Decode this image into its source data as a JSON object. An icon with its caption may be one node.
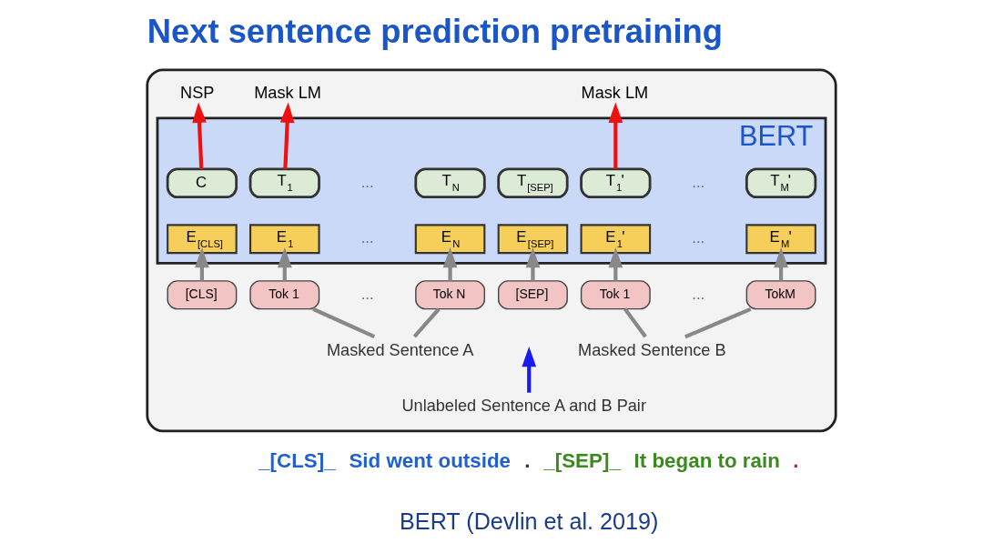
{
  "diagram": {
    "title": "Next sentence prediction pretraining",
    "nodes": [
      {
        "text": [],
        "shape": "box"
      },
      {
        "text": [
          "NSP"
        ],
        "in": 0
      },
      {
        "text": [
          "Mask LM"
        ],
        "in": 0
      },
      {
        "text": [
          "Mask LM"
        ],
        "in": 0
      },
      {
        "text": [
          "BERT"
        ],
        "in": 0
      },
      {
        "text": [
          "C"
        ],
        "in": 4
      },
      {
        "text": [
          "T$_{1}$"
        ],
        "in": 4
      },
      {
        "text": [
          "T$_{N}$"
        ],
        "in": 4
      },
      {
        "text": [
          "T$_{[SEP]}$"
        ],
        "in": 4
      },
      {
        "text": [
          "T$_{1}$'"
        ],
        "in": 4
      },
      {
        "text": [
          "T$_{M}$'"
        ],
        "in": 4
      },
      {
        "text": [
          "E$_{[CLS]}$"
        ],
        "in": 4
      },
      {
        "text": [
          "E$_{1}$"
        ],
        "in": 4
      },
      {
        "text": [
          "E$_{N}$"
        ],
        "in": 4
      },
      {
        "text": [
          "E$_{[SEP]}$"
        ],
        "in": 4
      },
      {
        "text": [
          "E$_{1}$'"
        ],
        "in": 4
      },
      {
        "text": [
          "E$_{M}$'"
        ],
        "in": 4
      },
      {
        "text": [
          "[CLS]"
        ],
        "in": 0
      },
      {
        "text": [
          "Tok 1"
        ],
        "in": 0
      },
      {
        "text": [
          "Tok N"
        ],
        "in": 0
      },
      {
        "text": [
          "[SEP]"
        ],
        "in": 0
      },
      {
        "text": [
          "Tok 1"
        ],
        "in": 0
      },
      {
        "text": [
          "TokM"
        ],
        "in": 0
      },
      {
        "text": [
          "Masked Sentence A"
        ],
        "in": 0
      },
      {
        "text": [
          "Masked Sentence B"
        ],
        "in": 0
      },
      {
        "text": [
          "Unlabeled Sentence A and B Pair"
        ],
        "in": 0
      }
    ],
    "edges": [
      {
        "from": 5,
        "to": 1,
        "arrow": "to",
        "color": "#ee1111"
      },
      {
        "from": 6,
        "to": 2,
        "arrow": "to",
        "color": "#ee1111"
      },
      {
        "from": 9,
        "to": 3,
        "arrow": "to",
        "color": "#ee1111"
      },
      {
        "from": 17,
        "to": 11,
        "arrow": "to"
      },
      {
        "from": 18,
        "to": 12,
        "arrow": "to"
      },
      {
        "from": 19,
        "to": 13,
        "arrow": "to"
      },
      {
        "from": 20,
        "to": 14,
        "arrow": "to"
      },
      {
        "from": 21,
        "to": 15,
        "arrow": "to"
      },
      {
        "from": 22,
        "to": 16,
        "arrow": "to"
      },
      {
        "from": 23,
        "to": 18,
        "arrow": "none"
      },
      {
        "from": 23,
        "to": 19,
        "arrow": "none"
      },
      {
        "from": 24,
        "to": 21,
        "arrow": "none"
      },
      {
        "from": 24,
        "to": 22,
        "arrow": "none"
      },
      {
        "from": 25,
        "to": null,
        "arrow": "to",
        "color": "#1a1aee"
      }
    ],
    "labels": [
      "...",
      "...",
      "...",
      "...",
      "...",
      "...",
      "BERT (Devlin et al. 2019)",
      "_[CLS]_",
      "Sid went outside",
      ".",
      "_[SEP]_",
      "It began to rain",
      "."
    ]
  }
}
